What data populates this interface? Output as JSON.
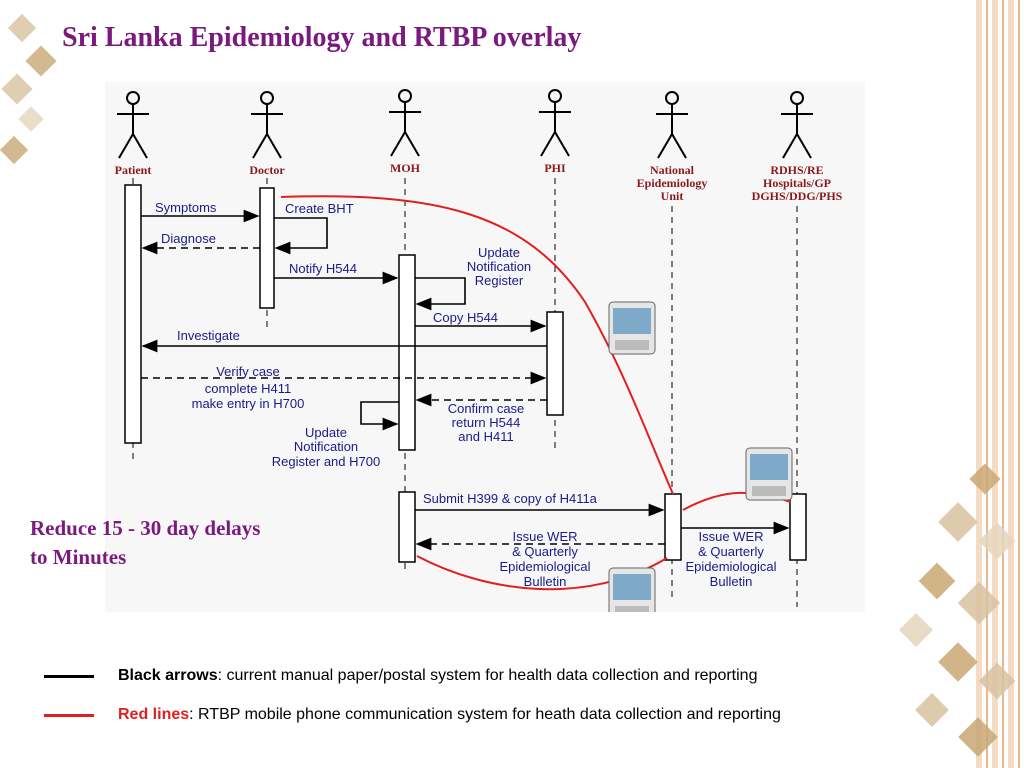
{
  "title": "Sri Lanka Epidemiology and RTBP overlay",
  "side_note": "Reduce 15 - 30 day delays to Minutes",
  "diagram": {
    "actors": [
      {
        "lines": [
          "Patient"
        ]
      },
      {
        "lines": [
          "Doctor"
        ]
      },
      {
        "lines": [
          "MOH"
        ]
      },
      {
        "lines": [
          "PHI"
        ]
      },
      {
        "lines": [
          "National",
          "Epidemiology",
          "Unit"
        ]
      },
      {
        "lines": [
          "RDHS/RE",
          "Hospitals/GP",
          "DGHS/DDG/PHS"
        ]
      }
    ],
    "messages": {
      "symptoms": "Symptoms",
      "create_bht": "Create BHT",
      "diagnose": "Diagnose",
      "notify_h544": "Notify H544",
      "update_reg_1": "Update",
      "update_reg_2": "Notification",
      "update_reg_3": "Register",
      "copy_h544": "Copy H544",
      "investigate": "Investigate",
      "verify_1": "Verify case",
      "verify_2": "complete H411",
      "verify_3": "make entry in H700",
      "confirm_1": "Confirm case",
      "confirm_2": "return H544",
      "confirm_3": "and H411",
      "update_h700_1": "Update",
      "update_h700_2": "Notification",
      "update_h700_3": "Register and H700",
      "submit_h399": "Submit H399 & copy of H411a",
      "issue_wer_1": "Issue WER",
      "issue_wer_2": "& Quarterly",
      "issue_wer_3": "Epidemiological",
      "issue_wer_4": "Bulletin",
      "issue_wer2_1": "Issue WER",
      "issue_wer2_2": "& Quarterly",
      "issue_wer2_3": "Epidemiological",
      "issue_wer2_4": "Bulletin"
    }
  },
  "legend": {
    "black": {
      "bold": "Black arrows",
      "text": ": current manual paper/postal system for health data collection and reporting",
      "color": "#000000"
    },
    "red": {
      "bold": "Red lines",
      "text": ": RTBP mobile phone communication system for heath data collection and reporting",
      "color": "#e02020"
    }
  },
  "colors": {
    "title": "#7a1a7e",
    "red_line": "#e02020",
    "message_text": "#1a1a8a",
    "actor_text": "#8a1a1a"
  }
}
